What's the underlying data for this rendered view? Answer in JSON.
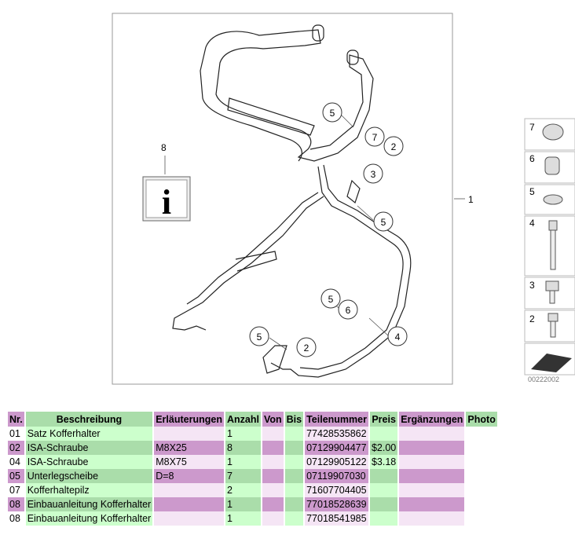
{
  "diagram": {
    "callouts": [
      "1",
      "2",
      "3",
      "4",
      "5",
      "6",
      "7",
      "8"
    ],
    "sidebar_parts": [
      "7",
      "6",
      "5",
      "4",
      "3",
      "2"
    ],
    "info_letter": "i",
    "code": "00222002"
  },
  "table": {
    "headers": [
      "Nr.",
      "Beschreibung",
      "Erläuterungen",
      "Anzahl",
      "Von",
      "Bis",
      "Teilenummer",
      "Preis",
      "Ergänzungen",
      "Photo"
    ],
    "rows": [
      {
        "nr": "01",
        "desc": "Satz Kofferhalter",
        "erl": "",
        "anz": "1",
        "von": "",
        "bis": "",
        "teil": "77428535862",
        "preis": "",
        "erg": ""
      },
      {
        "nr": "02",
        "desc": "ISA-Schraube",
        "erl": "M8X25",
        "anz": "8",
        "von": "",
        "bis": "",
        "teil": "07129904477",
        "preis": "$2.00",
        "erg": ""
      },
      {
        "nr": "04",
        "desc": "ISA-Schraube",
        "erl": "M8X75",
        "anz": "1",
        "von": "",
        "bis": "",
        "teil": "07129905122",
        "preis": "$3.18",
        "erg": ""
      },
      {
        "nr": "05",
        "desc": "Unterlegscheibe",
        "erl": "D=8",
        "anz": "7",
        "von": "",
        "bis": "",
        "teil": "07119907030",
        "preis": "",
        "erg": ""
      },
      {
        "nr": "07",
        "desc": "Kofferhaltepilz",
        "erl": "",
        "anz": "2",
        "von": "",
        "bis": "",
        "teil": "71607704405",
        "preis": "",
        "erg": ""
      },
      {
        "nr": "08",
        "desc": "Einbauanleitung Kofferhalter",
        "erl": "",
        "anz": "1",
        "von": "",
        "bis": "",
        "teil": "77018528639",
        "preis": "",
        "erg": ""
      },
      {
        "nr": "08",
        "desc": "Einbauanleitung Kofferhalter",
        "erl": "",
        "anz": "1",
        "von": "",
        "bis": "",
        "teil": "77018541985",
        "preis": "",
        "erg": ""
      }
    ]
  }
}
